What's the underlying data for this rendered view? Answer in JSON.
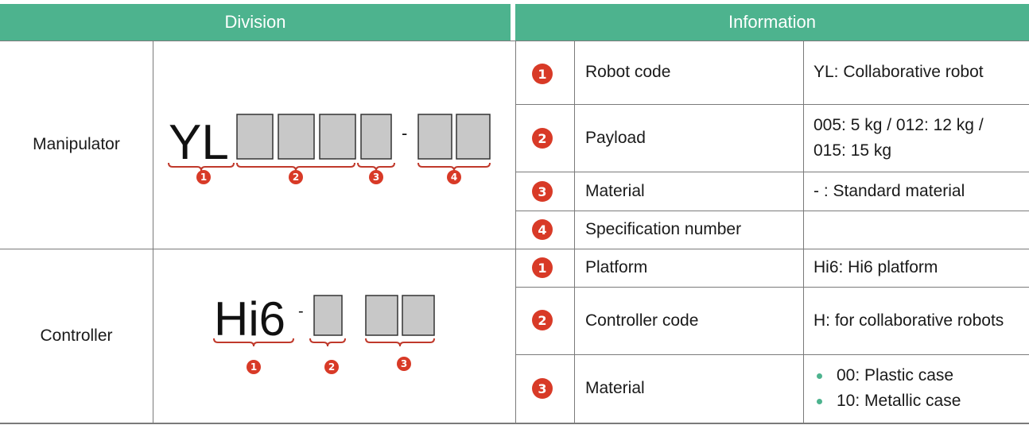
{
  "header": {
    "division": "Division",
    "information": "Information"
  },
  "manipulator": {
    "label": "Manipulator",
    "code_prefix": "YL",
    "code_separator": "-",
    "rows": [
      {
        "num": "1",
        "name": "Robot code",
        "value": "YL: Collaborative robot"
      },
      {
        "num": "2",
        "name": "Payload",
        "value": "005: 5 kg / 012: 12 kg / 015: 15 kg"
      },
      {
        "num": "3",
        "name": "Material",
        "value": "- : Standard material"
      },
      {
        "num": "4",
        "name": "Specification number",
        "value": ""
      }
    ]
  },
  "controller": {
    "label": "Controller",
    "code_prefix": "Hi6",
    "code_separator": "-",
    "rows": [
      {
        "num": "1",
        "name": "Platform",
        "value": "Hi6: Hi6 platform"
      },
      {
        "num": "2",
        "name": "Controller code",
        "value": "H: for collaborative robots"
      },
      {
        "num": "3",
        "name": "Material",
        "bullets": [
          "00: Plastic case",
          "10: Metallic case"
        ]
      }
    ]
  },
  "colors": {
    "header": "#4db38e",
    "badge": "#d83a27",
    "box": "#c8c8c8",
    "brace": "#c0392b",
    "bullet": "#4db38e"
  }
}
